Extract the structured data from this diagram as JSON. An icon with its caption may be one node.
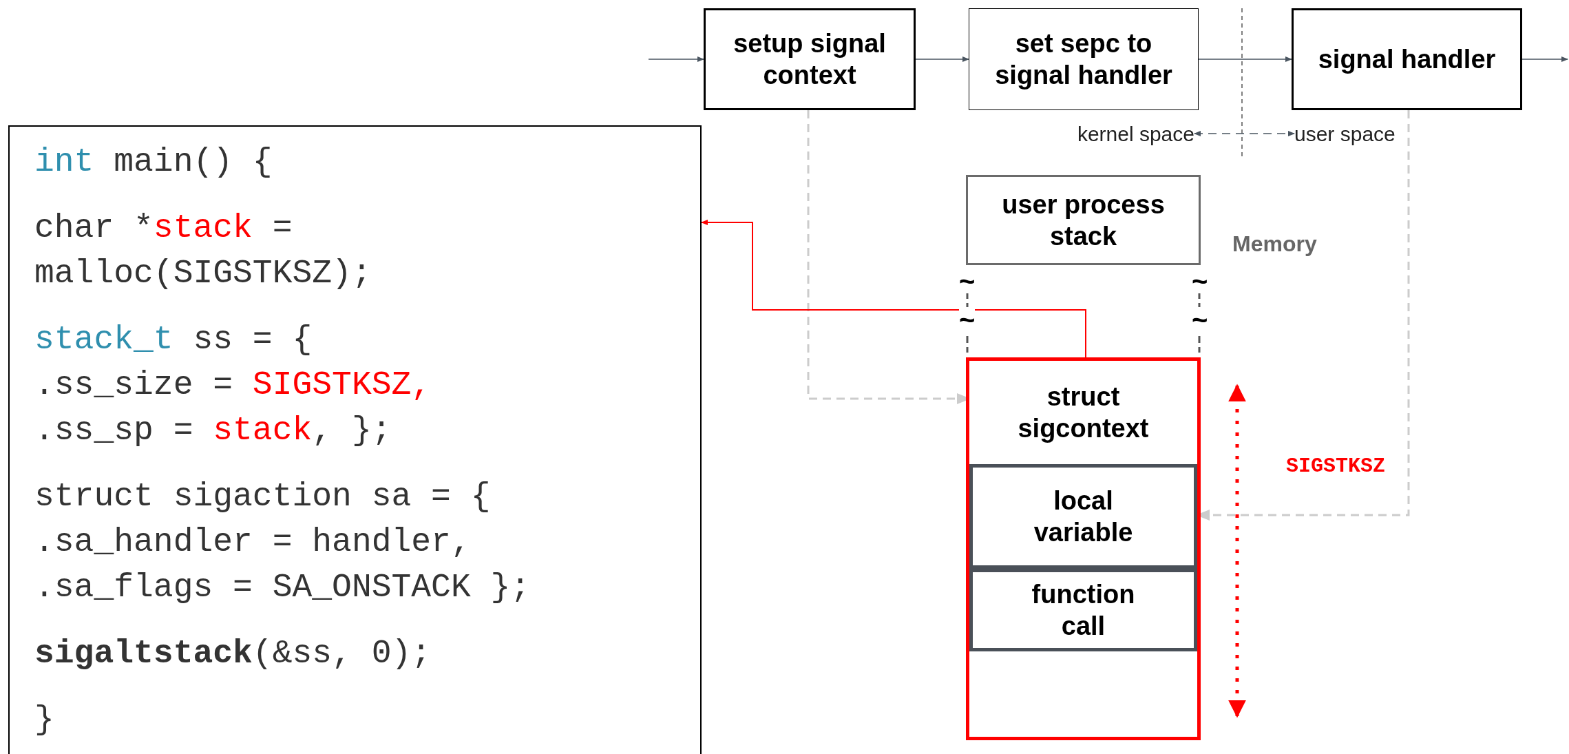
{
  "diagram": {
    "nodes": [
      {
        "text": [
          "setup signal context"
        ]
      },
      {
        "text": [
          "set sepc to signal handler"
        ]
      },
      {
        "text": [
          "signal handler"
        ]
      },
      {
        "text": [
          "kernel space"
        ]
      },
      {
        "text": [
          "user space"
        ]
      },
      {
        "text": [
          "int main() {",
          "char *stack = malloc(SIGSTKSZ);",
          "stack_t ss = { .ss_size = SIGSTKSZ, .ss_sp = stack, };",
          "struct sigaction sa = { .sa_handler = handler, .sa_flags = SA_ONSTACK };",
          "**sigaltstack**(&ss, 0);",
          "}"
        ]
      },
      {
        "text": [
          "user process stack"
        ]
      },
      {
        "text": [],
        "shape": "box"
      },
      {
        "text": [
          "struct sigcontext"
        ],
        "in": 7
      },
      {
        "text": [
          "local variable"
        ],
        "in": 7
      },
      {
        "text": [
          "function call"
        ],
        "in": 7
      }
    ],
    "edges": [
      {
        "from": null,
        "to": 0,
        "arrow": "to"
      },
      {
        "from": 0,
        "to": 1,
        "arrow": "to"
      },
      {
        "from": 1,
        "to": 2,
        "arrow": "to"
      },
      {
        "from": 2,
        "to": null,
        "arrow": "to"
      },
      {
        "from": 3,
        "to": 4,
        "arrow": "both",
        "style": "dashed"
      },
      {
        "from": 0,
        "to": 8,
        "arrow": "to",
        "style": "dashed",
        "color": "#cccccc"
      },
      {
        "from": 2,
        "to": 9,
        "arrow": "to",
        "style": "dashed",
        "color": "#cccccc"
      },
      {
        "from": 7,
        "to": 5,
        "arrow": "to",
        "color": "#ff0000"
      }
    ],
    "labels": [
      "Memory",
      "~",
      "~",
      "~",
      "~",
      "SIGSTKSZ"
    ]
  }
}
